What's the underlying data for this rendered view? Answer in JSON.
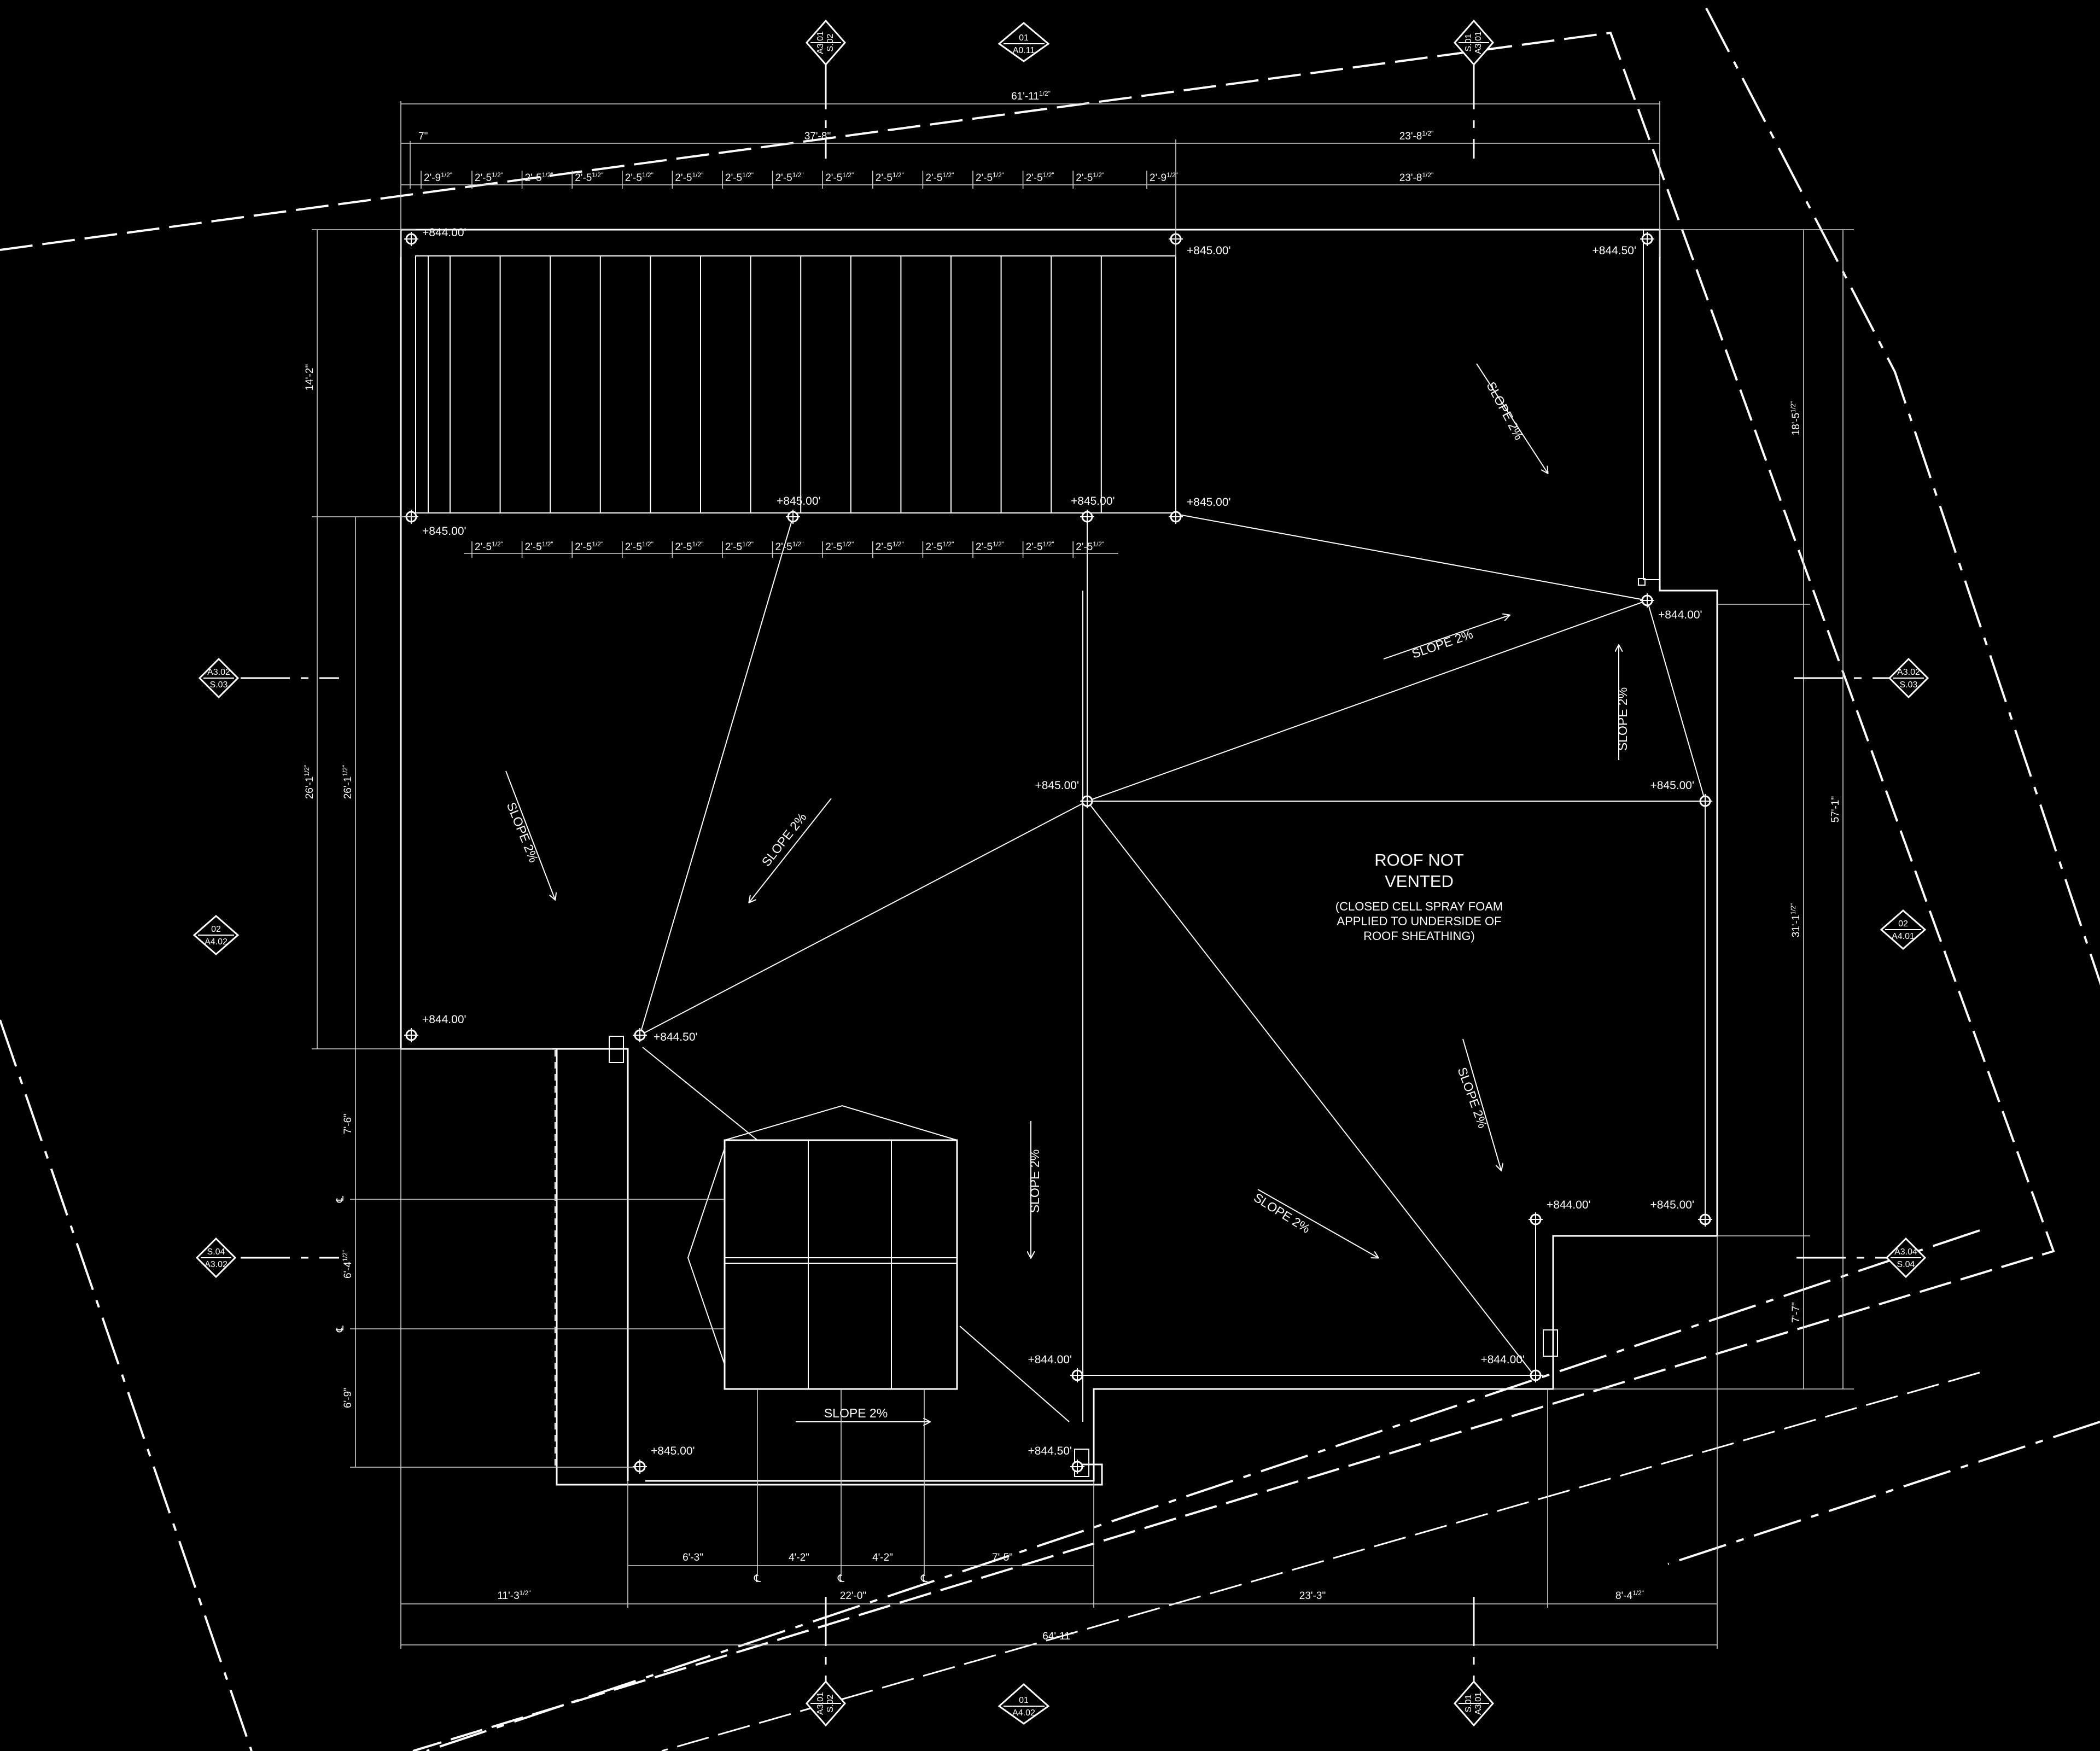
{
  "note": {
    "title_lines": [
      "ROOF NOT",
      "VENTED"
    ],
    "detail_lines": [
      "(CLOSED CELL SPRAY FOAM",
      "APPLIED TO UNDERSIDE OF",
      "ROOF SHEATHING)"
    ]
  },
  "colors": {
    "background": "#000000",
    "linework": "#ffffff",
    "dimension": "#cfcfcf"
  },
  "elevations": [
    "+844.00'",
    "+845.00'",
    "+844.50'",
    "+845.00'",
    "+845.00'",
    "+845.00'",
    "+845.00'",
    "+844.00'",
    "+845.00'",
    "+845.00'",
    "+844.00'",
    "+844.50'",
    "+844.00'",
    "+845.00'",
    "+844.00'",
    "+844.00'",
    "+845.00'",
    "+844.50'"
  ],
  "slopes": [
    "SLOPE 2%",
    "SLOPE 2%",
    "SLOPE 2%",
    "SLOPE 2%",
    "SLOPE 2%",
    "SLOPE 2%",
    "SLOPE 2%",
    "SLOPE 2%",
    "SLOPE 2%"
  ],
  "dimensions": {
    "top_overall": "61'-11",
    "top_overall_sup": "1/2\"",
    "top_left": "7\"",
    "top_mid": "37'-8\"",
    "top_right": "23'-8",
    "top_right_sup": "1/2\"",
    "panel_end": "2'-9",
    "panel_end_sup": "1/2\"",
    "panel": "2'-5",
    "panel_sup": "1/2\"",
    "left_14": "14'-2\"",
    "left_26a": "26'-1",
    "left_26a_sup": "1/2\"",
    "left_26b": "26'-1",
    "left_26b_sup": "1/2\"",
    "left_76": "7'-6\"",
    "left_64": "6'-4",
    "left_64_sup": "1/2\"",
    "left_69": "6'-9\"",
    "right_18": "18'-5",
    "right_18_sup": "1/2\"",
    "right_31": "31'-1",
    "right_31_sup": "1/2\"",
    "right_57": "57'-1\"",
    "right_77": "7'-7\"",
    "bot_63": "6'-3\"",
    "bot_42a": "4'-2\"",
    "bot_42b": "4'-2\"",
    "bot_75": "7'-5\"",
    "bot_113": "11'-3",
    "bot_113_sup": "1/2\"",
    "bot_220": "22'-0\"",
    "bot_233": "23'-3\"",
    "bot_84": "8'-4",
    "bot_84_sup": "1/2\"",
    "bot_overall": "64'-11\""
  },
  "centerline_mark": "℄",
  "section_tags": {
    "top_left": [
      "A3.01",
      "S.02"
    ],
    "top_mid": [
      "01",
      "A0.11"
    ],
    "top_right": [
      "S.01",
      "A3.01"
    ],
    "left_a": [
      "A3.02",
      "S.03"
    ],
    "left_b": [
      "02",
      "A4.02"
    ],
    "left_c": [
      "S.04",
      "A3.02"
    ],
    "right_a": [
      "A3.02",
      "S.03"
    ],
    "right_b": [
      "02",
      "A4.01"
    ],
    "right_c": [
      "A3.04",
      "S.04"
    ],
    "bottom_left": [
      "A3.01",
      "S.02"
    ],
    "bottom_mid": [
      "01",
      "A4.02"
    ],
    "bottom_right": [
      "S.01",
      "A3.01"
    ]
  }
}
